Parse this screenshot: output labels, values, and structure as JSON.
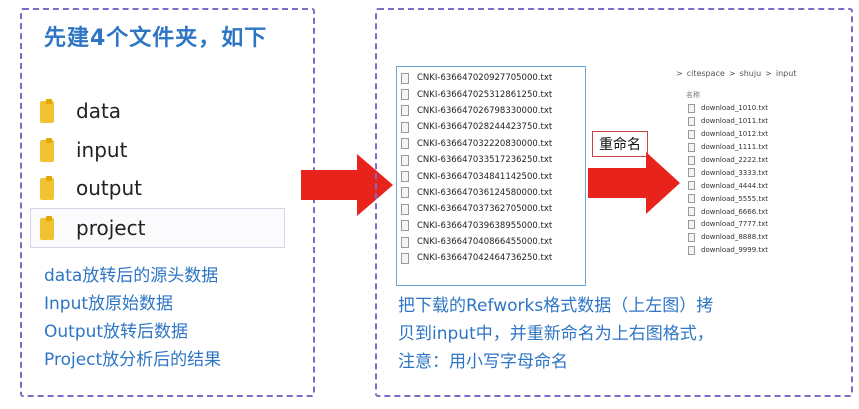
{
  "left": {
    "title": "先建4个文件夹，如下",
    "folders": [
      "data",
      "input",
      "output",
      "project"
    ],
    "notes": [
      "data放转后的源头数据",
      "Input放原始数据",
      "Output放转后数据",
      "Project放分析后的结果"
    ]
  },
  "right": {
    "files": [
      "CNKI-636647020927705000.txt",
      "CNKI-636647025312861250.txt",
      "CNKI-636647026798330000.txt",
      "CNKI-636647028244423750.txt",
      "CNKI-636647032220830000.txt",
      "CNKI-636647033517236250.txt",
      "CNKI-636647034841142500.txt",
      "CNKI-636647036124580000.txt",
      "CNKI-636647037362705000.txt",
      "CNKI-636647039638955000.txt",
      "CNKI-636647040866455000.txt",
      "CNKI-636647042464736250.txt"
    ],
    "rename_label": "重命名",
    "breadcrumb": [
      ">",
      "citespace",
      ">",
      "shuju",
      ">",
      "input"
    ],
    "column_header": "名称",
    "renamed_files": [
      "download_1010.txt",
      "download_1011.txt",
      "download_1012.txt",
      "download_1111.txt",
      "download_2222.txt",
      "download_3333.txt",
      "download_4444.txt",
      "download_5555.txt",
      "download_6666.txt",
      "download_7777.txt",
      "download_8888.txt",
      "download_9999.txt"
    ],
    "description_lines": [
      "把下载的Refworks格式数据（上左图）拷",
      "贝到input中，并重新命名为上右图格式，",
      "注意：用小写字母命名"
    ]
  },
  "colors": {
    "panel_border": "#7d6cc7",
    "text_blue": "#2e75c4",
    "arrow_red": "#e8231b",
    "folder_yellow": "#f1c232"
  }
}
